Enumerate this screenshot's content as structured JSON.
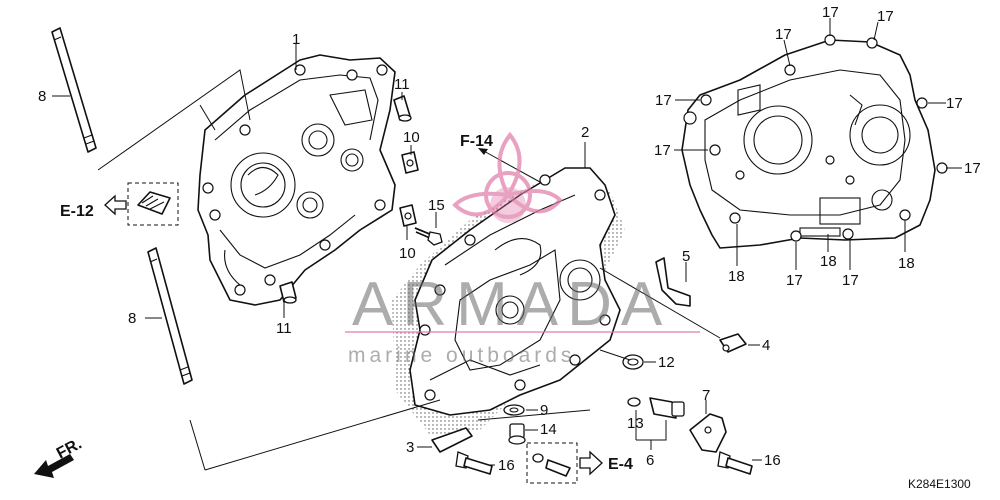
{
  "diagram": {
    "code": "K284E1300",
    "direction_label": "FR.",
    "refs": {
      "e12": "E-12",
      "f14": "F-14",
      "e4": "E-4"
    },
    "watermark": {
      "main": "ARMADA",
      "sub": "marine outboards"
    },
    "callouts": {
      "c1": "1",
      "c2": "2",
      "c3": "3",
      "c4": "4",
      "c5": "5",
      "c6": "6",
      "c7": "7",
      "c8a": "8",
      "c8b": "8",
      "c9": "9",
      "c10a": "10",
      "c10b": "10",
      "c11a": "11",
      "c11b": "11",
      "c12": "12",
      "c13": "13",
      "c14": "14",
      "c15": "15",
      "c16a": "16",
      "c16b": "16",
      "c17_1": "17",
      "c17_2": "17",
      "c17_3": "17",
      "c17_4": "17",
      "c17_5": "17",
      "c17_6": "17",
      "c17_7": "17",
      "c17_8": "17",
      "c17_9": "17",
      "c18_1": "18",
      "c18_2": "18",
      "c18_3": "18"
    }
  }
}
